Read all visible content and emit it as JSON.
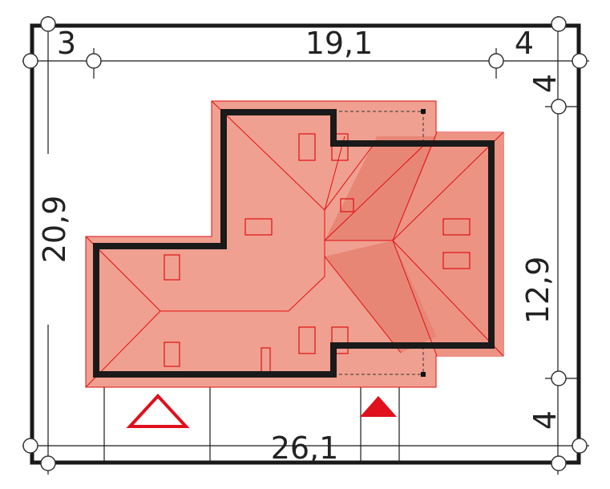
{
  "dimensions": {
    "top_left_setback": "3",
    "top_width": "19,1",
    "top_right_setback": "4",
    "right_top_setback": "4",
    "left_depth": "20,9",
    "right_depth": "12,9",
    "right_bottom_setback": "4",
    "bottom_total": "26,1"
  },
  "colors": {
    "roof_light": "#f0a090",
    "roof_mid": "#ec9384",
    "roof_dark": "#e47a6a",
    "ridge_lines": "#e01010",
    "wall_outline": "#1a1a1a",
    "entrance_marker": "#e0101c"
  },
  "icons": {
    "garage_entrance": "outline-triangle-icon",
    "main_entrance": "filled-triangle-icon"
  }
}
